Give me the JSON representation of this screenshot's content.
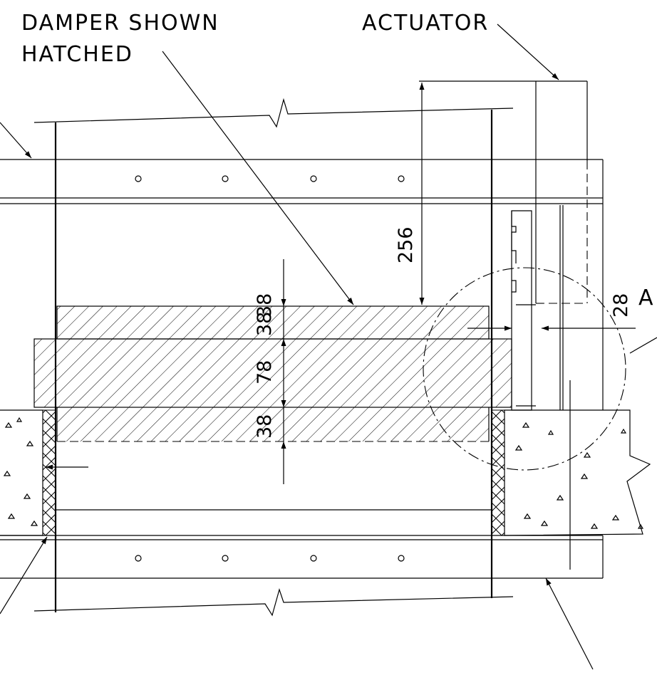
{
  "labels": {
    "damper_line1": "DAMPER SHOWN",
    "damper_line2": "HATCHED",
    "actuator": "ACTUATOR",
    "detail_ref": "A"
  },
  "dimensions": {
    "height_256": "256",
    "upper_38": "38",
    "mid_78": "78",
    "lower_38": "38",
    "gap_28": "28"
  }
}
